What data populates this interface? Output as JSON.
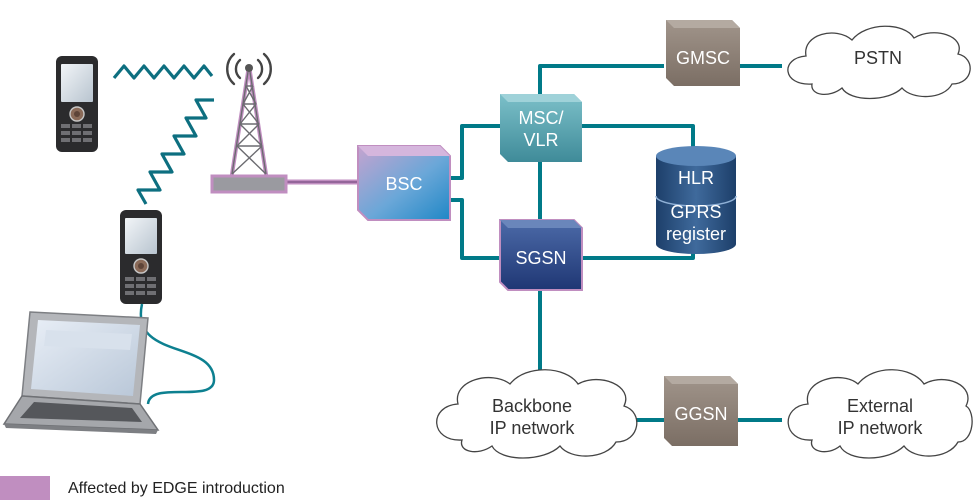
{
  "nodes": {
    "gmsc": "GMSC",
    "msc_line1": "MSC/",
    "msc_line2": "VLR",
    "bsc": "BSC",
    "sgsn": "SGSN",
    "hlr": "HLR",
    "gprs_line1": "GPRS",
    "gprs_line2": "register",
    "ggsn": "GGSN"
  },
  "clouds": {
    "pstn": "PSTN",
    "backbone_line1": "Backbone",
    "backbone_line2": "IP network",
    "external_line1": "External",
    "external_line2": "IP network"
  },
  "legend": {
    "label": "Affected by EDGE introduction",
    "color": "#c08ec0"
  },
  "colors": {
    "link": "#007a88",
    "edge": "#c08ec0",
    "radio": "#0d6f80",
    "gateway": "#8e8076",
    "msc": "#4a98a6",
    "sgsn": "#29478a",
    "hlr": "#27507e"
  },
  "icons": [
    "mobile-phone-icon",
    "radio-tower-icon",
    "laptop-icon",
    "cloud-icon",
    "database-cylinder-icon"
  ]
}
